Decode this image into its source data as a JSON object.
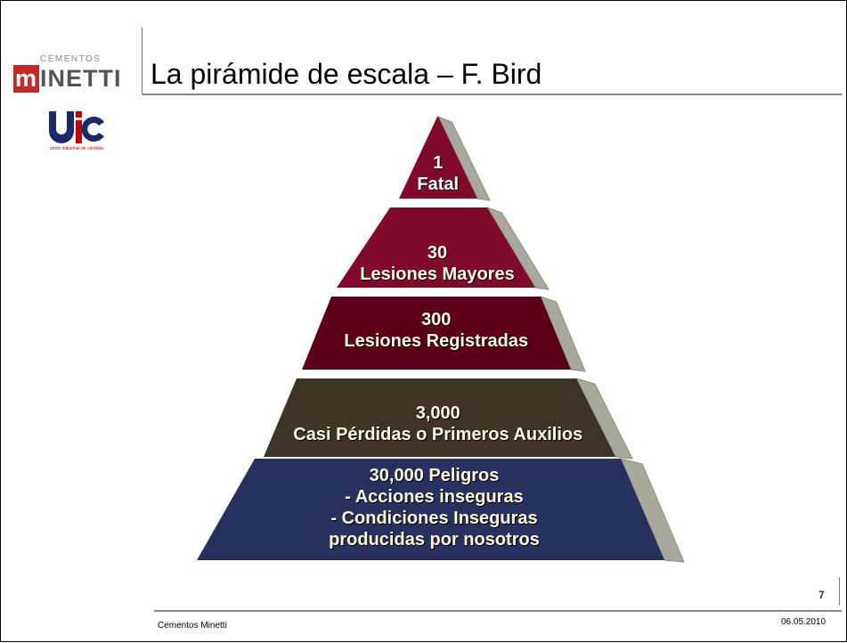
{
  "slide": {
    "title": "La pirámide de escala – F. Bird",
    "page_number": "7",
    "footer_left": "Cementos Minetti",
    "footer_right": "06.05.2010"
  },
  "logos": {
    "cementos_text": "CEMENTOS",
    "minetti_m": "m",
    "minetti_rest": "INETTI",
    "uic_text": "unión industrial de córdoba"
  },
  "pyramid": {
    "tiers": [
      {
        "lines": [
          "1",
          "Fatal"
        ],
        "color": "#800a2c"
      },
      {
        "lines": [
          "30",
          "Lesiones Mayores"
        ],
        "color": "#800a2c"
      },
      {
        "lines": [
          "300",
          "Lesiones Registradas"
        ],
        "color": "#5b0018"
      },
      {
        "lines": [
          "3,000",
          "Casi Pérdidas o Primeros Auxilios"
        ],
        "color": "#3d3326"
      },
      {
        "lines": [
          "30,000 Peligros",
          "-  Acciones inseguras",
          "-  Condiciones Inseguras",
          "producidas por nosotros"
        ],
        "color": "#27305e"
      }
    ],
    "side_color": "#a8a89c",
    "gap_color": "#8c8c80"
  }
}
